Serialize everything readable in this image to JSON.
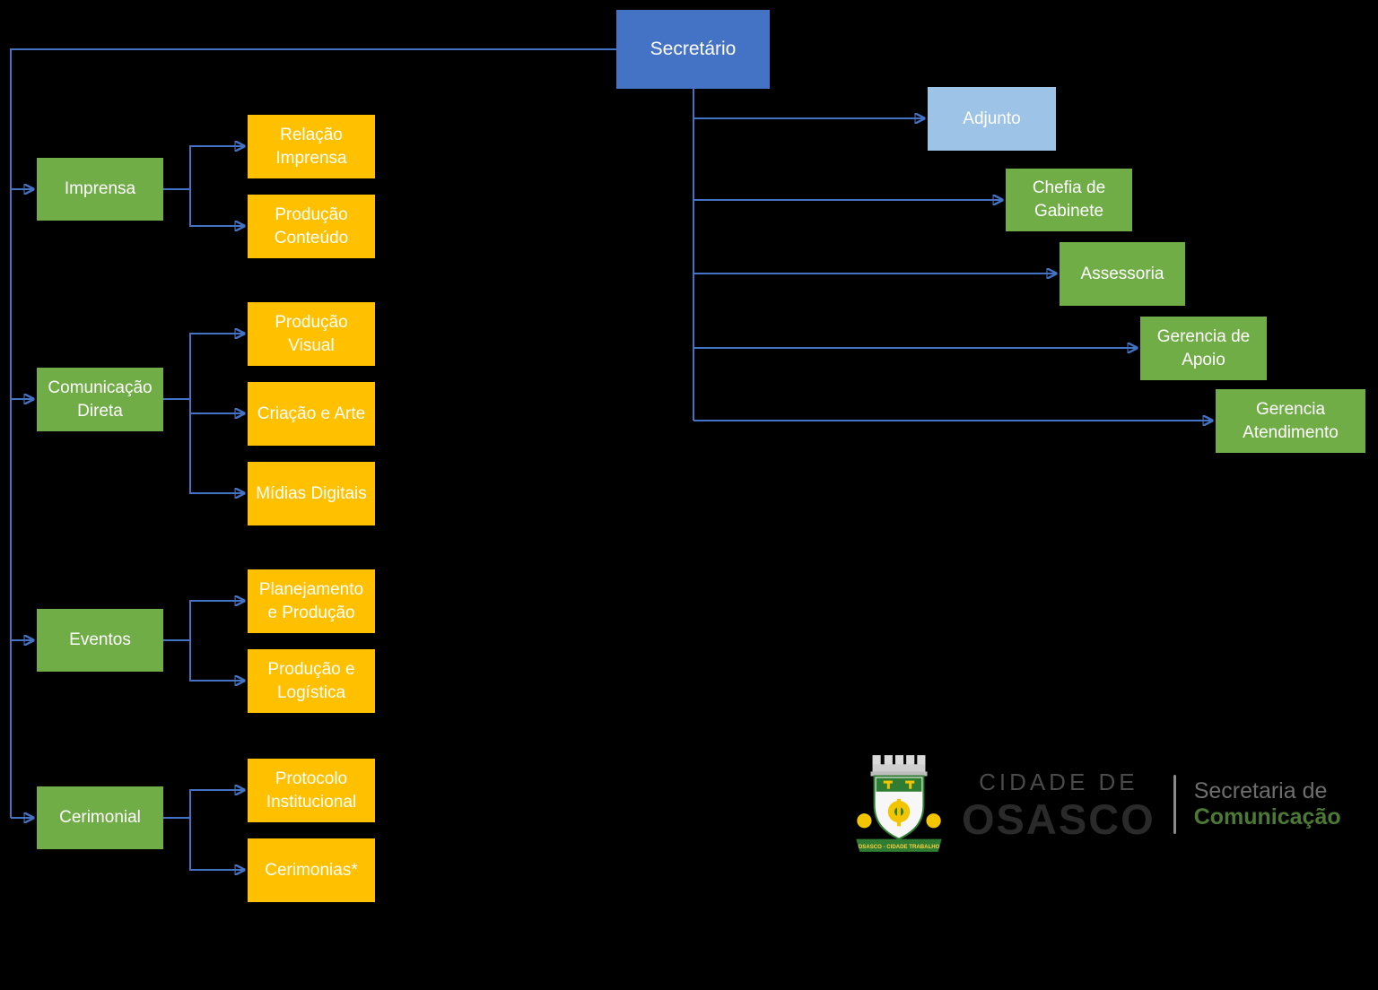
{
  "diagram": {
    "colors": {
      "background": "#000000",
      "root": "#4472C4",
      "adjunct": "#9DC3E6",
      "branch": "#70AD47",
      "leaf": "#FFC000",
      "connector": "#4472C4",
      "node-text": "#FFFFFF"
    },
    "root": {
      "label": "Secretário"
    },
    "right_branches": [
      {
        "label": "Adjunto"
      },
      {
        "label": "Chefia de Gabinete"
      },
      {
        "label": "Assessoria"
      },
      {
        "label": "Gerencia de Apoio"
      },
      {
        "label": "Gerencia Atendimento"
      }
    ],
    "left_branches": [
      {
        "label": "Imprensa",
        "children": [
          {
            "label": "Relação Imprensa"
          },
          {
            "label": "Produção Conteúdo"
          }
        ]
      },
      {
        "label": "Comunicação Direta",
        "children": [
          {
            "label": "Produção Visual"
          },
          {
            "label": "Criação e Arte"
          },
          {
            "label": "Mídias Digitais"
          }
        ]
      },
      {
        "label": "Eventos",
        "children": [
          {
            "label": "Planejamento e Produção"
          },
          {
            "label": "Produção e Logística"
          }
        ]
      },
      {
        "label": "Cerimonial",
        "children": [
          {
            "label": "Protocolo Institucional"
          },
          {
            "label": "Cerimonias*"
          }
        ]
      }
    ]
  },
  "logo": {
    "city_top": "CIDADE DE",
    "city_name": "OSASCO",
    "dept_top": "Secretaria de",
    "dept_name": "Comunicação",
    "motto": "OSASCO - CIDADE TRABALHO",
    "colors": {
      "city_top": "#4A4A4A",
      "city_name": "#2A2A2A",
      "dept_top": "#6E6E6E",
      "dept_name": "#4C7A34"
    }
  }
}
